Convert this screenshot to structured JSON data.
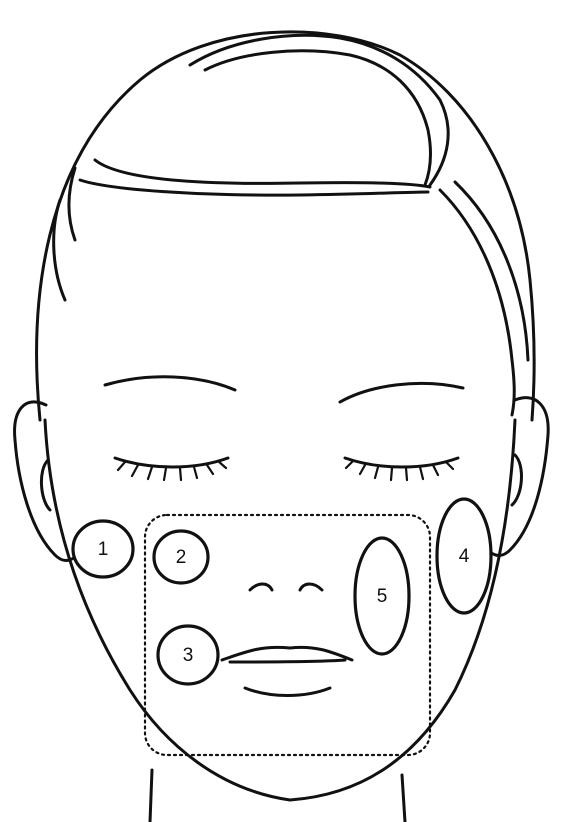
{
  "markers": [
    {
      "id": "1",
      "label": "1"
    },
    {
      "id": "2",
      "label": "2"
    },
    {
      "id": "3",
      "label": "3"
    },
    {
      "id": "4",
      "label": "4"
    },
    {
      "id": "5",
      "label": "5"
    }
  ],
  "colors": {
    "line": "#111111",
    "background": "#ffffff"
  }
}
